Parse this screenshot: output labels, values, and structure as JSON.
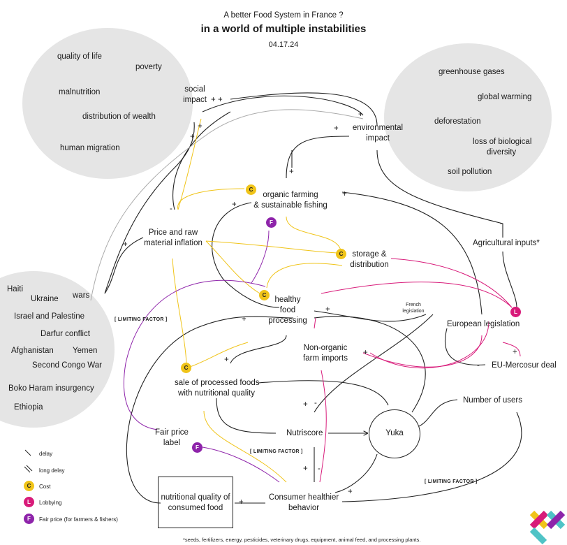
{
  "header": {
    "subtitle": "A better Food System in France ?",
    "title": "in a world of multiple instabilities",
    "date": "04.17.24"
  },
  "social_circle": {
    "items": [
      "quality of life",
      "poverty",
      "malnutrition",
      "distribution of wealth",
      "human migration"
    ]
  },
  "environment_circle": {
    "items": [
      "greenhouse gases",
      "global warming",
      "deforestation",
      "loss of biological",
      "diversity",
      "soil pollution"
    ]
  },
  "wars_circle": {
    "items": [
      "Haiti",
      "Ukraine",
      "Israel and Palestine",
      "Darfur conflict",
      "Afghanistan",
      "Yemen",
      "Second Congo War",
      "Boko Haram insurgency",
      "Ethiopia"
    ]
  },
  "nodes": {
    "social_impact": [
      "social",
      "impact"
    ],
    "environmental_impact": [
      "environmental",
      "impact"
    ],
    "organic_farming": [
      "organic farming",
      "& sustainable fishing"
    ],
    "price_inflation": [
      "Price and raw",
      "material inflation"
    ],
    "wars": "wars",
    "storage": [
      "storage &",
      "distribution"
    ],
    "agricultural_inputs": "Agricultural inputs*",
    "healthy_food": [
      "healthy",
      "food",
      "processing"
    ],
    "french_legislation": [
      "French",
      "legislation"
    ],
    "european_legislation": "European legislation",
    "non_organic_imports": [
      "Non-organic",
      "farm imports"
    ],
    "eu_mercosur": "EU-Mercosur deal",
    "sale_processed": [
      "sale of processed foods",
      "with nutritional quality"
    ],
    "number_of_users": "Number of users",
    "nutriscore": "Nutriscore",
    "yuka": "Yuka",
    "fair_price_label": [
      "Fair price",
      "label"
    ],
    "nutritional_quality": [
      "nutritional quality of",
      "consumed food"
    ],
    "consumer_behavior": [
      "Consumer healthier",
      "behavior"
    ]
  },
  "limiting_factor_label": "[ LIMITING FACTOR ]",
  "polarity": {
    "plus": "+",
    "minus": "-"
  },
  "badges": {
    "cost": "C",
    "lobbying": "L",
    "fair_price": "F"
  },
  "legend": {
    "delay": "delay",
    "long_delay": "long delay",
    "cost": "Cost",
    "lobbying": "Lobbying",
    "fair_price": "Fair price (for farmers & fishers)"
  },
  "footnote": "*seeds, fertilizers, energy, pesticides, veterinary drugs, equipment, animal feed, and processing plants.",
  "colors": {
    "cost": "#f0c419",
    "lobbying": "#d81b7a",
    "fair_price": "#8e24aa",
    "circle": "#e5e5e5",
    "line": "#222222",
    "gray_line": "#aaaaaa"
  }
}
